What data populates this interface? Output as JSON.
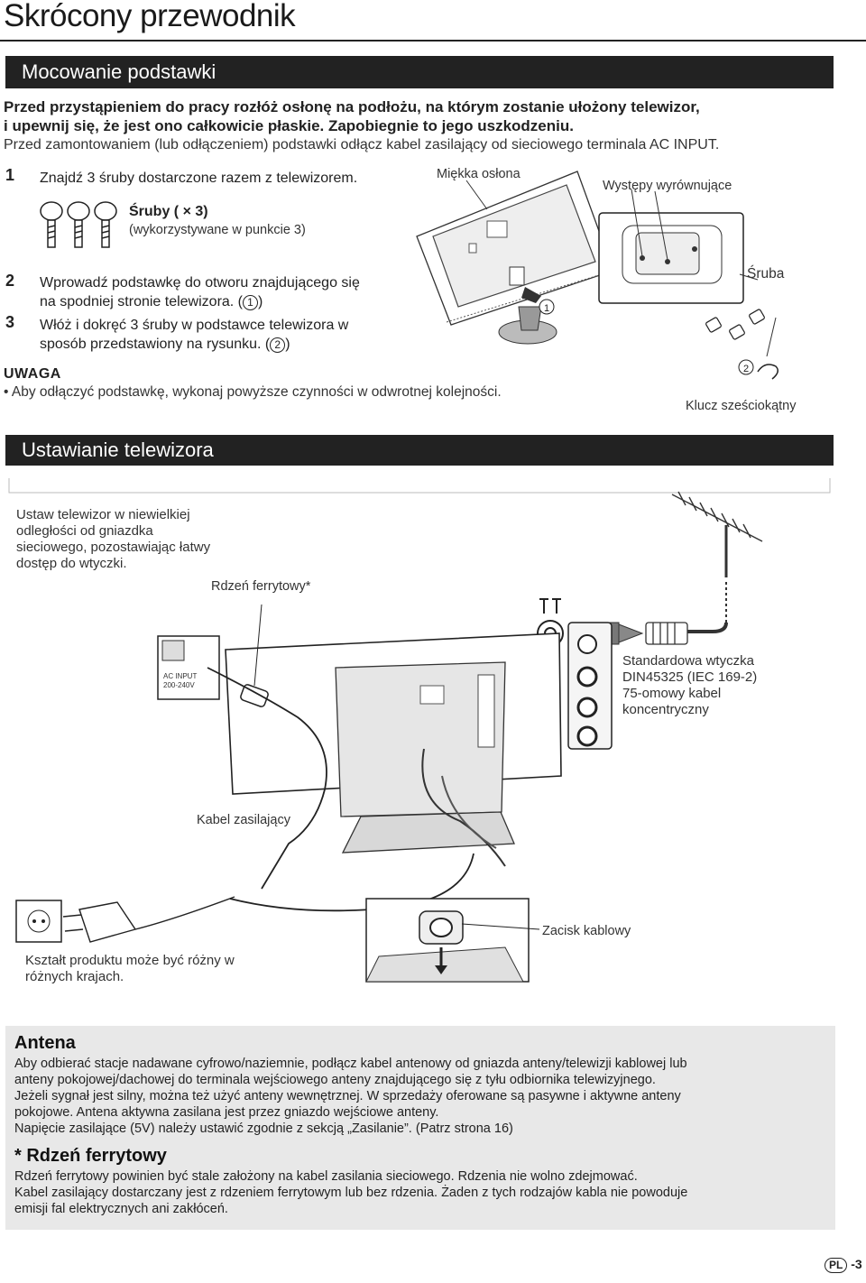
{
  "page": {
    "title": "Skrócony przewodnik",
    "page_badge": "PL",
    "page_number": "-3"
  },
  "mount": {
    "heading": "Mocowanie podstawki",
    "intro_bold_1": "Przed przystąpieniem do pracy rozłóż osłonę na podłożu, na którym zostanie ułożony telewizor,",
    "intro_bold_2": "i upewnij się, że jest ono całkowicie płaskie. Zapobiegnie to jego uszkodzeniu.",
    "intro_text": "Przed zamontowaniem (lub odłączeniem) podstawki odłącz kabel zasilający od sieciowego terminala AC INPUT.",
    "step1_num": "1",
    "step1_text": "Znajdź 3 śruby dostarczone razem z telewizorem.",
    "screws_title": "Śruby ( × 3)",
    "screws_note": "(wykorzystywane w punkcie 3)",
    "step2_num": "2",
    "step2_line1": "Wprowadź podstawkę do otworu znajdującego się",
    "step2_line2": "na spodniej stronie telewizora. (",
    "step2_circ": "1",
    "step3_num": "3",
    "step3_line1": "Włóż i dokręć 3 śruby w podstawce telewizora w",
    "step3_line2": "sposób przedstawiony na rysunku. (",
    "step3_circ": "2",
    "note_heading": "UWAGA",
    "note_text": "• Aby odłączyć podstawkę, wykonaj powyższe czynności w odwrotnej kolejności.",
    "label_soft_cover": "Miękka osłona",
    "label_alignment": "Występy wyrównujące",
    "label_screw": "Śruba",
    "label_hex_key": "Klucz sześciokątny",
    "callout_1": "1",
    "callout_2": "2"
  },
  "setup": {
    "heading": "Ustawianie telewizora",
    "placement_1": "Ustaw telewizor w niewielkiej",
    "placement_2": "odległości od gniazdka",
    "placement_3": "sieciowego, pozostawiając łatwy",
    "placement_4": "dostęp do wtyczki.",
    "label_ferrite": "Rdzeń ferrytowy*",
    "label_plug_1": "Standardowa wtyczka",
    "label_plug_2": "DIN45325 (IEC 169-2)",
    "label_plug_3": "75-omowy kabel",
    "label_plug_4": "koncentryczny",
    "label_power_cable": "Kabel zasilający",
    "label_clamp": "Zacisk kablowy",
    "label_shape_1": "Kształt produktu może być różny w",
    "label_shape_2": "różnych krajach.",
    "ac_input_1": "AC INPUT",
    "ac_input_2": "200-240V"
  },
  "antenna": {
    "heading": "Antena",
    "line1": "Aby odbierać stacje nadawane cyfrowo/naziemnie, podłącz kabel antenowy od gniazda anteny/telewizji kablowej lub",
    "line2": "anteny pokojowej/dachowej do terminala wejściowego anteny znajdującego się z tyłu odbiornika telewizyjnego.",
    "line3": "Jeżeli sygnał jest silny, można też użyć anteny wewnętrznej. W sprzedaży oferowane są pasywne i aktywne anteny",
    "line4": "pokojowe. Antena aktywna zasilana jest przez gniazdo wejściowe anteny.",
    "line5": "Napięcie zasilające (5V) należy ustawić zgodnie z sekcją „Zasilanie”. (Patrz strona 16)"
  },
  "ferrite": {
    "heading": "* Rdzeń ferrytowy",
    "line1": "Rdzeń ferrytowy powinien być stale założony na kabel zasilania sieciowego. Rdzenia nie wolno zdejmować.",
    "line2": "Kabel zasilający dostarczany jest z rdzeniem ferrytowym lub bez rdzenia. Żaden z tych rodzajów kabla nie powoduje",
    "line3": "emisji fal elektrycznych ani zakłóceń."
  }
}
